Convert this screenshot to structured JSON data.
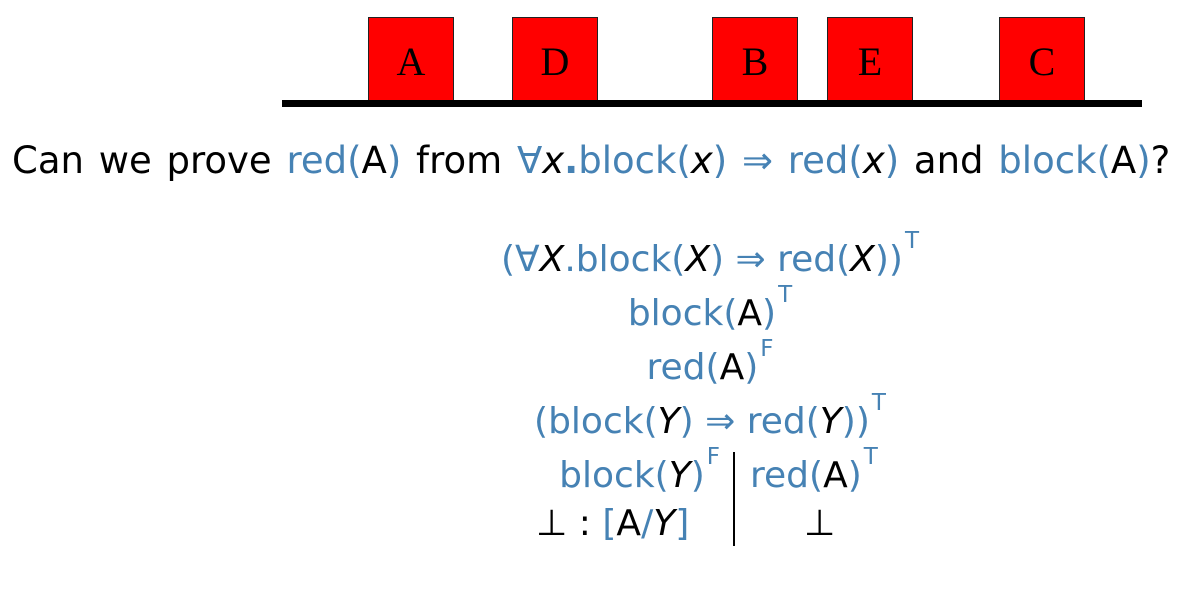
{
  "blocks": [
    {
      "label": "A"
    },
    {
      "label": "D"
    },
    {
      "label": "B"
    },
    {
      "label": "E"
    },
    {
      "label": "C"
    }
  ],
  "question": {
    "p1": "Can we prove ",
    "goal": "red",
    "goal_paren_open": "(",
    "goal_arg": "A",
    "goal_paren_close": ")",
    "p2": " from ",
    "forall": "∀",
    "var_x": "x",
    "dot": ".",
    "block_pred": "block",
    "paren_open": "(",
    "var_x2": "x",
    "paren_close": ")",
    "implies": " ⇒ ",
    "red_pred": "red",
    "paren_open2": "(",
    "var_x3": "x",
    "paren_close2": ")",
    "p3": " and ",
    "block_pred2": "block",
    "paren_open3": "(",
    "block_arg": "A",
    "paren_close3": ")",
    "qmark": "?"
  },
  "tableau": {
    "line1": {
      "text_a": "(∀",
      "var": "X",
      "text_b": ".block(",
      "var2": "X",
      "text_c": ") ⇒ red(",
      "var3": "X",
      "text_d": "))",
      "mark": "T"
    },
    "line2": {
      "text_a": "block(",
      "arg": "A",
      "text_b": ")",
      "mark": "T"
    },
    "line3": {
      "text_a": "red(",
      "arg": "A",
      "text_b": ")",
      "mark": "F"
    },
    "line4": {
      "text_a": "(block(",
      "var": "Y",
      "text_b": ") ⇒ red(",
      "var2": "Y",
      "text_c": "))",
      "mark": "T"
    },
    "left_branch": {
      "text_a": "block(",
      "var": "Y",
      "text_b": ")",
      "mark": "F",
      "closed": "⊥",
      "sep": " : ",
      "subst_open": "[",
      "subst_a": "A",
      "subst_slash": "/",
      "subst_var": "Y",
      "subst_close": "]"
    },
    "right_branch": {
      "text_a": "red(",
      "arg": "A",
      "text_b": ")",
      "mark": "T",
      "closed": "⊥"
    }
  }
}
